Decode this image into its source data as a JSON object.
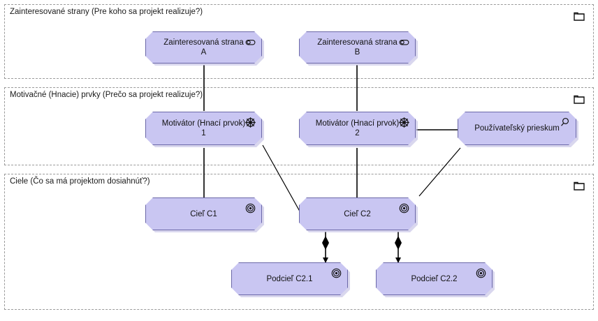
{
  "diagram": {
    "title": "ArchiMate motivation viewpoint",
    "background": "#ffffff",
    "element_fill": "#c9c6f2",
    "element_stroke": "#6b68a8",
    "group_stroke": "#9a9a9a",
    "connector_color": "#000000"
  },
  "groups": [
    {
      "id": "group-stakeholders",
      "label": "Zainteresované strany (Pre koho sa projekt realizuje?)",
      "folder_icon": "folder-icon"
    },
    {
      "id": "group-drivers",
      "label": "Motivačné (Hnacie) prvky (Prečo sa projekt realizuje?)",
      "folder_icon": "folder-icon"
    },
    {
      "id": "group-goals",
      "label": "Ciele (Čo sa má projektom dosiahnúť?)",
      "folder_icon": "folder-icon"
    }
  ],
  "nodes": [
    {
      "id": "stakeholder-a",
      "label": "Zainteresovaná strana A",
      "icon": "role-icon",
      "group": "group-stakeholders"
    },
    {
      "id": "stakeholder-b",
      "label": "Zainteresovaná strana B",
      "icon": "role-icon",
      "group": "group-stakeholders"
    },
    {
      "id": "driver-1",
      "label": "Motivátor (Hnací prvok) 1",
      "icon": "driver-icon",
      "group": "group-drivers"
    },
    {
      "id": "driver-2",
      "label": "Motivátor (Hnací prvok) 2",
      "icon": "driver-icon",
      "group": "group-drivers"
    },
    {
      "id": "assessment-1",
      "label": "Používateľský prieskum",
      "icon": "assessment-icon",
      "group": "group-drivers"
    },
    {
      "id": "goal-c1",
      "label": "Cieľ C1",
      "icon": "goal-icon",
      "group": "group-goals"
    },
    {
      "id": "goal-c2",
      "label": "Cieľ C2",
      "icon": "goal-icon",
      "group": "group-goals"
    },
    {
      "id": "subgoal-c21",
      "label": "Podcieľ C2.1",
      "icon": "goal-icon",
      "group": "group-goals"
    },
    {
      "id": "subgoal-c22",
      "label": "Podcieľ C2.2",
      "icon": "goal-icon",
      "group": "group-goals"
    }
  ],
  "connections": [
    {
      "id": "conn-sa-d1",
      "from": "stakeholder-a",
      "to": "driver-1",
      "type": "association"
    },
    {
      "id": "conn-sb-d2",
      "from": "stakeholder-b",
      "to": "driver-2",
      "type": "association"
    },
    {
      "id": "conn-d2-as",
      "from": "driver-2",
      "to": "assessment-1",
      "type": "association"
    },
    {
      "id": "conn-d1-c1",
      "from": "driver-1",
      "to": "goal-c1",
      "type": "association"
    },
    {
      "id": "conn-d1-c2",
      "from": "driver-1",
      "to": "goal-c2",
      "type": "association"
    },
    {
      "id": "conn-d2-c2",
      "from": "driver-2",
      "to": "goal-c2",
      "type": "association"
    },
    {
      "id": "conn-as-c2",
      "from": "assessment-1",
      "to": "goal-c2",
      "type": "association"
    },
    {
      "id": "conn-c2-c21",
      "from": "goal-c2",
      "to": "subgoal-c21",
      "type": "composition"
    },
    {
      "id": "conn-c2-c22",
      "from": "goal-c2",
      "to": "subgoal-c22",
      "type": "composition"
    }
  ]
}
